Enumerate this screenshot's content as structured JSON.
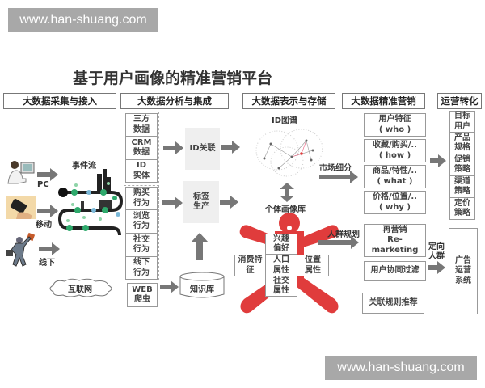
{
  "watermark": {
    "top": "www.han-shuang.com",
    "bottom": "www.han-shuang.com"
  },
  "title": "基于用户画像的精准营销平台",
  "headers": [
    "大数据采集与接入",
    "大数据分析与集成",
    "大数据表示与存储",
    "大数据精准营销",
    "运营转化"
  ],
  "sources": [
    {
      "label": "PC",
      "icon": "desktop-user-icon"
    },
    {
      "label": "移动",
      "icon": "mobile-phone-icon"
    },
    {
      "label": "线下",
      "icon": "offline-person-icon"
    }
  ],
  "event_stream": {
    "label": "事件流"
  },
  "internet": {
    "label": "互联网"
  },
  "id_data_group": [
    "三方\n数据",
    "CRM\n数据",
    "ID\n实体"
  ],
  "behavior_group": [
    "购买\n行为",
    "浏览\n行为",
    "社交\n行为",
    "线下\n行为"
  ],
  "web_crawler": "WEB\n爬虫",
  "id_link": "ID关联",
  "tag_production": "标签\n生产",
  "knowledge_base": "知识库",
  "id_graph": {
    "label": "ID图谱"
  },
  "profile_db": {
    "label": "个体画像库",
    "attrs": {
      "interest": "兴趣\n偏好",
      "consumption": "消费特\n征",
      "population": "人口\n属性",
      "location": "位置\n属性",
      "social": "社交\n属性"
    }
  },
  "arrows_labels": {
    "segmentation": "市场细分",
    "crowd_planning": "人群规划",
    "targeted": "定向\n人群"
  },
  "segmentation_steps": [
    {
      "title": "用户特征",
      "sub": "( who )"
    },
    {
      "title": "收藏/购买/..",
      "sub": "( how )"
    },
    {
      "title": "商品/特性/..",
      "sub": "( what )"
    },
    {
      "title": "价格/位置/..",
      "sub": "( why )"
    }
  ],
  "operations": [
    "目标\n用户",
    "产品\n规格",
    "促销\n策略",
    "渠道\n策略",
    "定价\n策略"
  ],
  "remarketing": "再营销\nRe-\nmarketing",
  "collab_filter": "用户协同过滤",
  "assoc_rules": "关联规则推荐",
  "ad_system": "广告\n运营\n系统",
  "colors": {
    "arrow": "#777777",
    "figure_red": "#e03c3c",
    "watermark_bg": "#a8a8a8",
    "event_green": "#2eaa6c"
  }
}
